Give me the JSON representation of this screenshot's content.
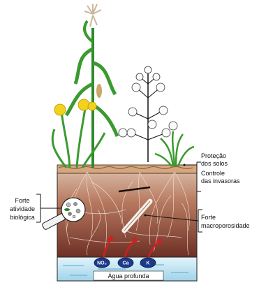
{
  "labels": {
    "protecao_line1": "Proteção",
    "protecao_line2": "dos solos",
    "controle_line1": "Controle",
    "controle_line2": "das invasoras",
    "forte_atividade_line1": "Forte",
    "forte_atividade_line2": "atividade",
    "forte_atividade_line3": "biológica",
    "forte_macro_line1": "Forte",
    "forte_macro_line2": "macroporosidade",
    "agua_profunda": "Água profunda"
  },
  "ions": {
    "nitrate": "NO₃",
    "calcium": "Ca",
    "potassium": "K"
  },
  "colors": {
    "soil_top": "#c99a82",
    "soil_bottom": "#7a3a2c",
    "water": "#bfe3f2",
    "ion_fill": "#1d3a8a",
    "arrow_red": "#d21f1f",
    "plant_green": "#3a9a2f",
    "flower_yellow": "#f2d21b"
  }
}
